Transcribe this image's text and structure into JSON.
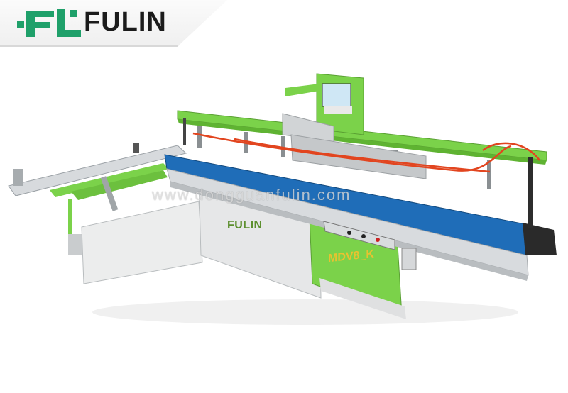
{
  "logo": {
    "wordmark": "FULIN",
    "icon": "fulin-logo-mark-icon"
  },
  "watermark": "www.dongguanfulin.com",
  "machine": {
    "body_brand": "FULIN",
    "model": "MDV8_K",
    "colors": {
      "frame_green": "#7bd24a",
      "body_white": "#e8e8e8",
      "table_blue": "#1f6db8",
      "air_hose": "#e2451f"
    }
  }
}
